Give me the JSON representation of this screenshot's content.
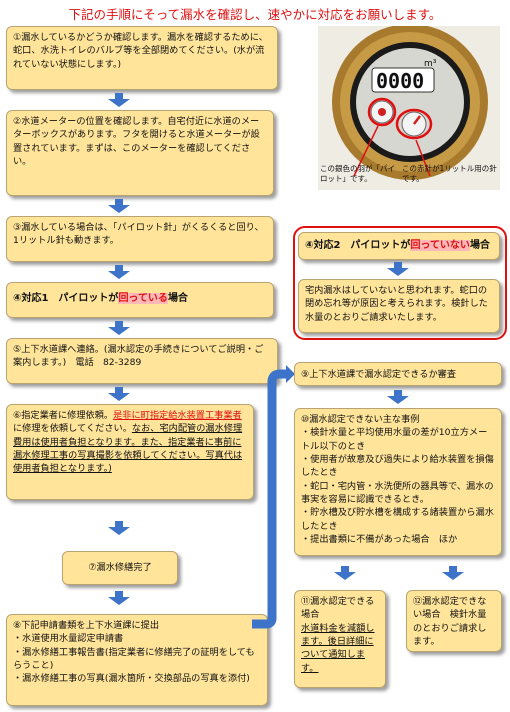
{
  "title": "下記の手順にそって漏水を確認し、速やかに対応をお願いします。",
  "step1": "①漏水しているかどうか確認します。漏水を確認するために、蛇口、水洗トイレのバルブ等を全部閉めてください。(水が流れていない状態にします。)",
  "step2": "②水道メーターの位置を確認します。自宅付近に水道のメーターボックスがあります。フタを開けると水道メーターが設置されています。まずは、このメーターを確認してください。",
  "step3": "③漏水している場合は、「パイロット針」がくるくると回り、1リットル針も動きます。",
  "step4": {
    "prefix": "④対応1　パイロットが",
    "highlight": "回っている",
    "suffix": "場合"
  },
  "step5": "⑤上下水道課へ連絡。(漏水認定の手続きについてご説明・ご案内します。)　電話　82-3289",
  "step6": {
    "a": "⑥指定業者に修理依頼。",
    "b": "是非に町指定給水装置工事業者",
    "c": "に修理を依頼してください。",
    "d": "なお、宅内配管の漏水修理費用は使用者負担となります。",
    "e": "また、指定業者に事前に漏水修理工事の写真撮影を依頼してください。写真代は使用者負担となります。)"
  },
  "step7": "⑦漏水修繕完了",
  "step8": {
    "head": "⑧下記申請書類を上下水道課に提出",
    "items": [
      "・水道使用水量認定申請書",
      "・漏水修繕工事報告書(指定業者に修繕完了の証明をしてもらうこと)",
      "・漏水修繕工事の写真(漏水箇所・交換部品の写真を添付)"
    ]
  },
  "right": {
    "case2": {
      "prefix": "④対応2　パイロットが",
      "highlight": "回っていない",
      "suffix": "場合"
    },
    "case2_text": "宅内漏水はしていないと思われます。蛇口の閉め忘れ等が原因と考えられます。検針した水量のとおりご請求いたします。",
    "step9": "⑨上下水道課で漏水認定できるか審査",
    "step10": {
      "head": "⑩漏水認定できない主な事例",
      "items": [
        "・検針水量と平均使用水量の差が10立方メートル以下のとき",
        "・使用者が故意及び過失により給水装置を損傷したとき",
        "・蛇口・宅内管・水洗便所の器具等で、漏水の事実を容易に認識できるとき。",
        "・貯水槽及び貯水槽を構成する諸装置から漏水したとき",
        "・提出書類に不備があった場合　ほか"
      ]
    },
    "step11": {
      "a": "⑪漏水認定できる場合",
      "b": "水道料金を減額します。後日詳細について通知します。"
    },
    "step12": "⑫漏水認定できない場合　検針水量のとおりご請求します。"
  },
  "meter": {
    "reading": "0000",
    "unit": "m³",
    "caption_left": "この銀色の羽が「パイロット」です。",
    "caption_right": "この赤針が1リットル用の針です。"
  },
  "colors": {
    "arrow": "#3d73c8",
    "box": "#ffe49a",
    "alert": "#e01010",
    "highlight": "#ffb7b7"
  }
}
